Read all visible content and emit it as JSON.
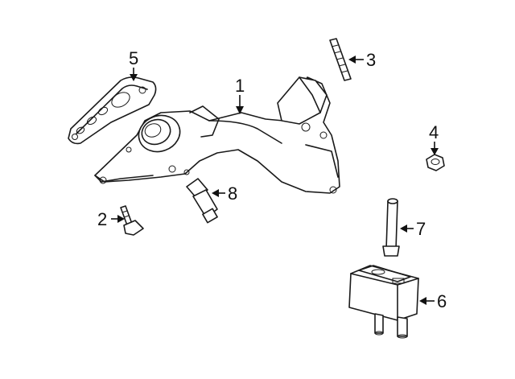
{
  "diagram": {
    "callouts": {
      "c1": "1",
      "c2": "2",
      "c3": "3",
      "c4": "4",
      "c5": "5",
      "c6": "6",
      "c7": "7",
      "c8": "8"
    },
    "parts": [
      "water-outlet-housing",
      "housing-bolt",
      "stud",
      "nut",
      "housing-gasket",
      "oil-cooler",
      "cooler-stud",
      "temperature-sensor"
    ]
  }
}
